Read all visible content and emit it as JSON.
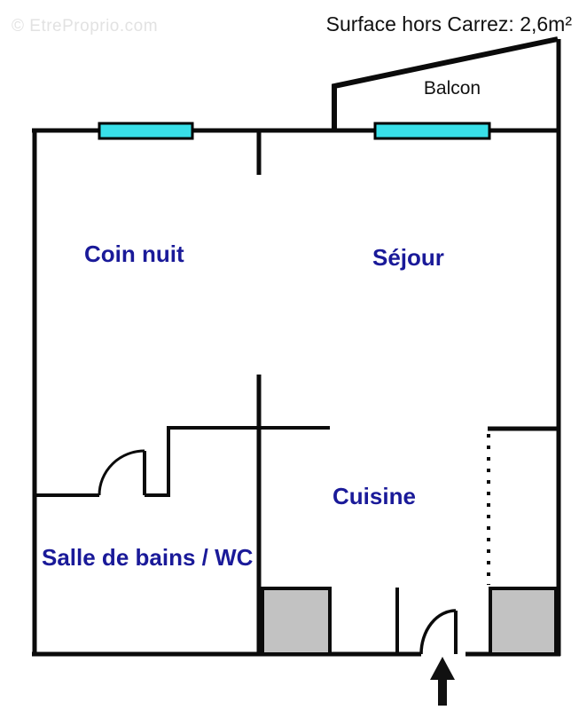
{
  "watermark": {
    "text": "© EtreProprio.com"
  },
  "annotations": {
    "surface_note": "Surface hors Carrez: 2,6m²",
    "balcony_label": "Balcon"
  },
  "rooms": {
    "coin_nuit": "Coin nuit",
    "sejour": "Séjour",
    "cuisine": "Cuisine",
    "salle_de_bains_wc": "Salle de bains / WC"
  },
  "colors": {
    "wall": "#0b0b0b",
    "window_glass": "#38dfe8",
    "fixture_gray": "#c2c2c2",
    "room_label_text": "#1a1a99",
    "annotation_text": "#111111",
    "watermark_text": "#e2e2e2"
  }
}
